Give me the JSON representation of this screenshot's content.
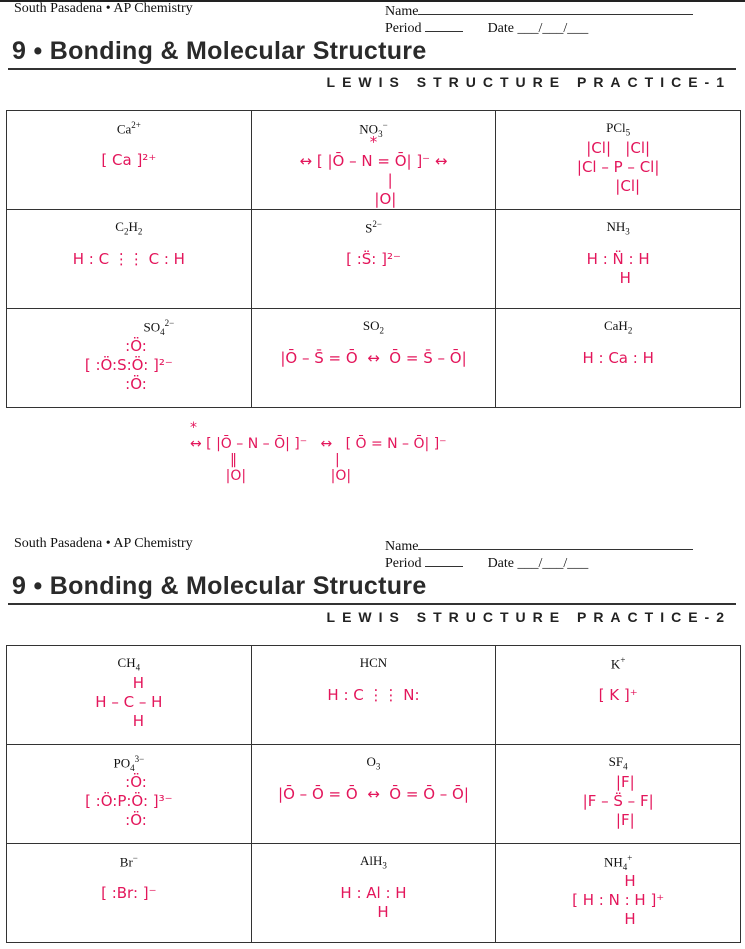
{
  "sheets": [
    {
      "school": "South Pasadena • AP Chemistry",
      "name_label": "Name",
      "period_label": "Period",
      "date_label": "Date",
      "date_blank": "___/___/___",
      "title": "9 • Bonding & Molecular Structure",
      "subtitle": "LEWIS STRUCTURE PRACTICE-1",
      "cells": [
        {
          "formula": [
            {
              "t": "Ca"
            },
            {
              "sup": "2+"
            }
          ],
          "answer": "[ Ca ]²⁺"
        },
        {
          "formula": [
            {
              "t": "NO"
            },
            {
              "sub": "3"
            },
            {
              "sup": "−"
            }
          ],
          "answer": "*\n↔ [ |Ō – N = Ō| ]⁻ ↔\n       |\n     |O|"
        },
        {
          "formula": [
            {
              "t": "PCl"
            },
            {
              "sub": "5"
            }
          ],
          "answer": "|Cl|   |Cl|\n|Cl – P – Cl|\n    |Cl|"
        },
        {
          "formula": [
            {
              "t": "C"
            },
            {
              "sub": "2"
            },
            {
              "t": "H"
            },
            {
              "sub": "2"
            }
          ],
          "answer": "H : C ⋮⋮ C : H"
        },
        {
          "formula": [
            {
              "t": "S"
            },
            {
              "sup": "2−"
            }
          ],
          "answer": "[ :S̈: ]²⁻"
        },
        {
          "formula": [
            {
              "t": "NH"
            },
            {
              "sub": "3"
            }
          ],
          "answer": "H : N̈ : H\n   H"
        },
        {
          "formula": [
            {
              "t": "SO"
            },
            {
              "sub": "4"
            },
            {
              "sup": "2−"
            }
          ],
          "answer": "   :Ö:\n[ :Ö:S:Ö: ]²⁻\n   :Ö:"
        },
        {
          "formula": [
            {
              "t": "SO"
            },
            {
              "sub": "2"
            }
          ],
          "answer": "|Ō – S̄ = Ō  ↔  Ō = S̄ – Ō|"
        },
        {
          "formula": [
            {
              "t": "CaH"
            },
            {
              "sub": "2"
            }
          ],
          "answer": "H : Ca : H"
        }
      ],
      "extra_answer": "*\n↔ [ |Ō – N – Ō| ]⁻   ↔   [ Ō = N – Ō| ]⁻\n         ‖                      |\n        |O|                   |O|"
    },
    {
      "school": "South Pasadena • AP Chemistry",
      "name_label": "Name",
      "period_label": "Period",
      "date_label": "Date",
      "date_blank": "___/___/___",
      "title": "9 • Bonding & Molecular Structure",
      "subtitle": "LEWIS STRUCTURE PRACTICE-2",
      "cells": [
        {
          "formula": [
            {
              "t": "CH"
            },
            {
              "sub": "4"
            }
          ],
          "answer": "    H\nH – C – H\n    H"
        },
        {
          "formula": [
            {
              "t": "HCN"
            }
          ],
          "answer": "H : C ⋮⋮ N:"
        },
        {
          "formula": [
            {
              "t": "K"
            },
            {
              "sup": "+"
            }
          ],
          "answer": "[ K ]⁺"
        },
        {
          "formula": [
            {
              "t": "PO"
            },
            {
              "sub": "4"
            },
            {
              "sup": "3−"
            }
          ],
          "answer": "   :Ö:\n[ :Ö:P:Ö: ]³⁻\n   :Ö:"
        },
        {
          "formula": [
            {
              "t": "O"
            },
            {
              "sub": "3"
            }
          ],
          "answer": "|Ō – Ō = Ō  ↔  Ō = Ō – Ō|"
        },
        {
          "formula": [
            {
              "t": "SF"
            },
            {
              "sub": "4"
            }
          ],
          "answer": "   |F|\n|F – S̈ – F|\n   |F|"
        },
        {
          "formula": [
            {
              "t": "Br"
            },
            {
              "sup": "−"
            }
          ],
          "answer": "[ :Br: ]⁻"
        },
        {
          "formula": [
            {
              "t": "AlH"
            },
            {
              "sub": "3"
            }
          ],
          "answer": "H : Al : H\n    H"
        },
        {
          "formula": [
            {
              "t": "NH"
            },
            {
              "sub": "4"
            },
            {
              "sup": "+"
            }
          ],
          "answer": "     H\n[ H : N : H ]⁺\n     H"
        }
      ]
    }
  ]
}
